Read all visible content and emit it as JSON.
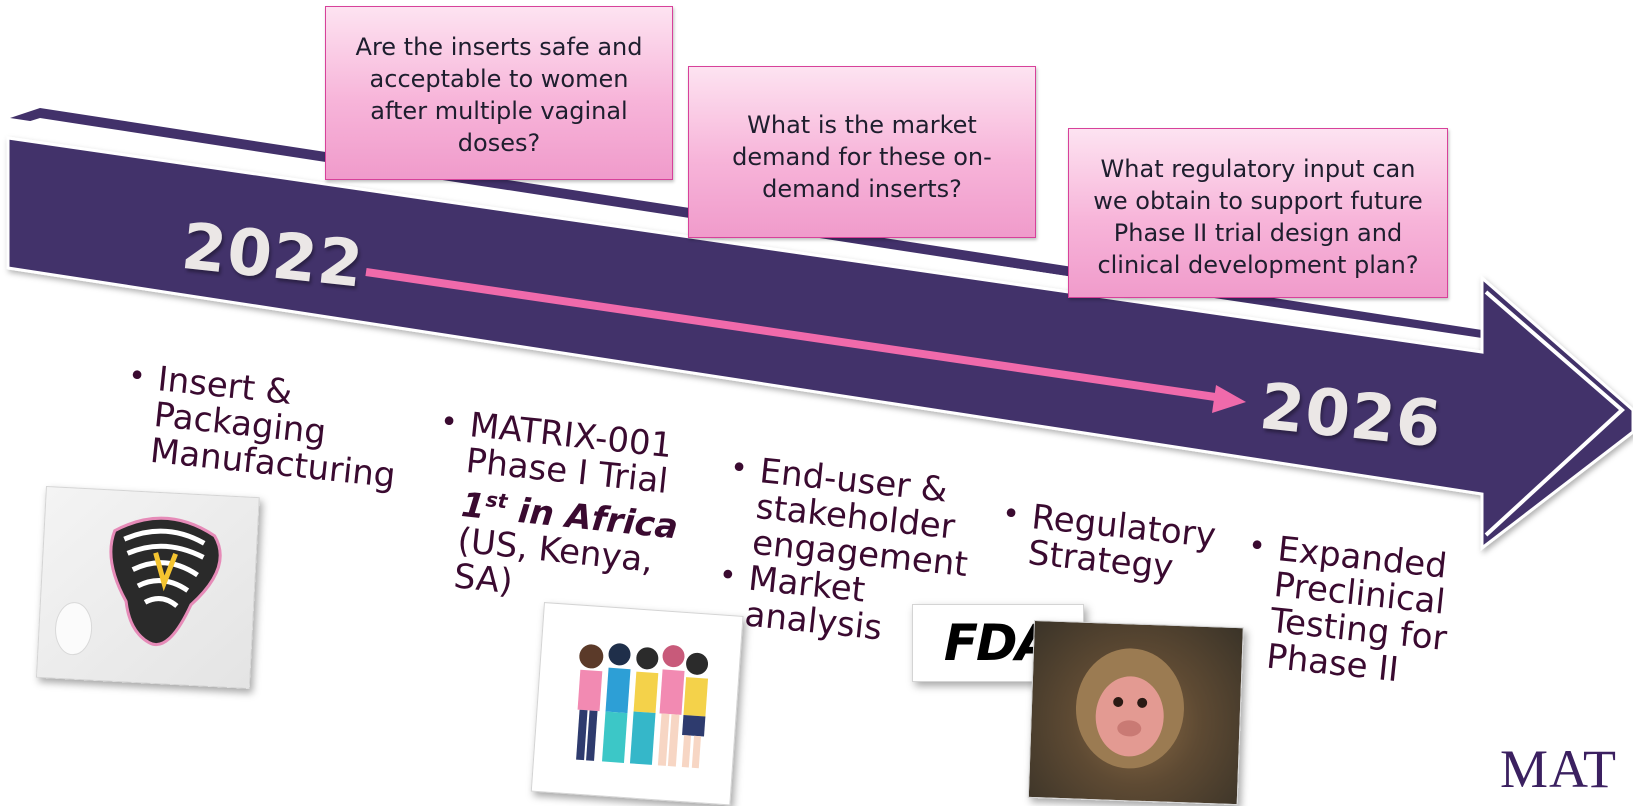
{
  "timeline": {
    "start_year": "2022",
    "end_year": "2026",
    "colors": {
      "band": "#42316a",
      "progress": "#f06aab",
      "year_text": "#ebe7e6",
      "stage_text": "#3a0a30"
    }
  },
  "callouts": [
    {
      "text": "Are the inserts safe and acceptable to women after multiple vaginal doses?"
    },
    {
      "text": "What is the market demand for these on-demand inserts?"
    },
    {
      "text": "What regulatory input can we obtain to support future Phase II trial design and clinical development plan?"
    }
  ],
  "stages": [
    {
      "bullets": [
        {
          "lines": [
            "Insert &",
            "Packaging",
            "Manufacturing"
          ]
        }
      ]
    },
    {
      "bullets": [
        {
          "lines": [
            "MATRIX-001",
            "Phase I Trial"
          ],
          "emphasis_sup": "st",
          "emphasis_pre": "1",
          "emphasis_post": " in Africa",
          "tail_lines": [
            "(US, Kenya,",
            "SA)"
          ]
        }
      ]
    },
    {
      "bullets": [
        {
          "lines": [
            "End-user &",
            "stakeholder",
            "engagement"
          ]
        },
        {
          "lines": [
            "Market",
            "analysis"
          ]
        }
      ]
    },
    {
      "bullets": [
        {
          "lines": [
            "Regulatory",
            "Strategy"
          ]
        }
      ]
    },
    {
      "bullets": [
        {
          "lines": [
            "Expanded",
            "Preclinical",
            "Testing for",
            "Phase II"
          ]
        }
      ]
    }
  ],
  "images": {
    "insert_photo": "insert-product-photo",
    "community_illustration": "women-group-illustration",
    "fda_logo_text": "FDA",
    "monkey_photo": "macaque-photo"
  },
  "brand": {
    "text": "MAT"
  }
}
